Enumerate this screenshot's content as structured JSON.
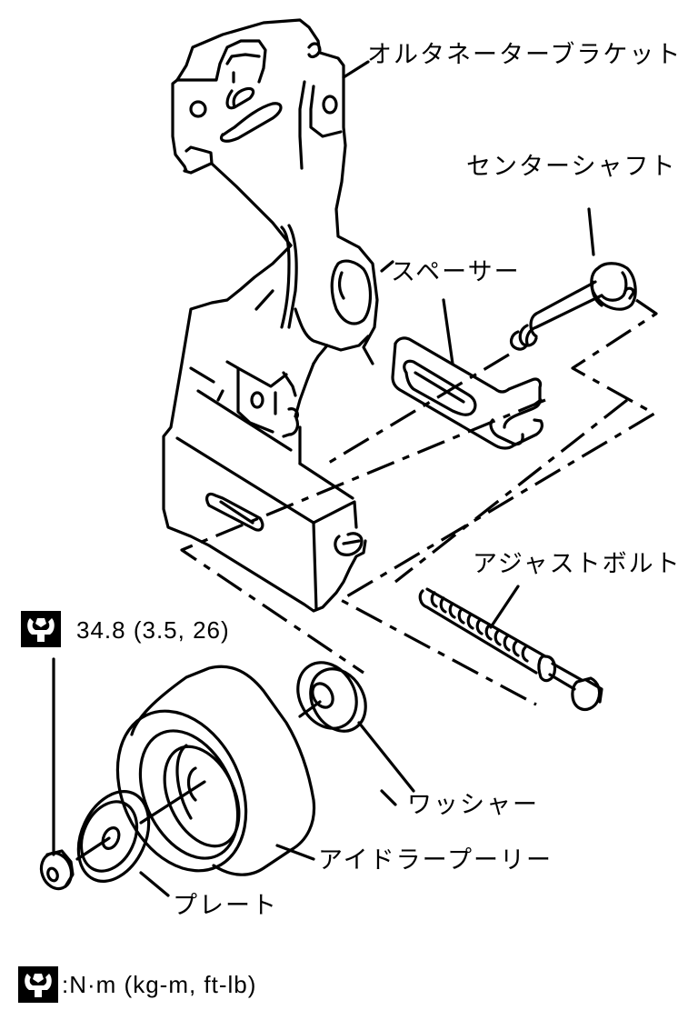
{
  "diagram": {
    "title": "Idler pulley / alternator bracket exploded view",
    "parts": [
      {
        "id": "alternator-bracket",
        "label": "オルタネーターブラケット"
      },
      {
        "id": "center-shaft",
        "label": "センターシャフト"
      },
      {
        "id": "spacer",
        "label": "スペーサー"
      },
      {
        "id": "adjust-bolt",
        "label": "アジャストボルト"
      },
      {
        "id": "washer",
        "label": "ワッシャー"
      },
      {
        "id": "idler-pulley",
        "label": "アイドラープーリー"
      },
      {
        "id": "plate",
        "label": "プレート"
      }
    ],
    "torque_spec": {
      "icon": "torque-wrench-icon",
      "value": "34.8 (3.5, 26)"
    },
    "legend": {
      "icon": "torque-wrench-icon",
      "text": ":N·m (kg-m, ft-lb)"
    }
  }
}
